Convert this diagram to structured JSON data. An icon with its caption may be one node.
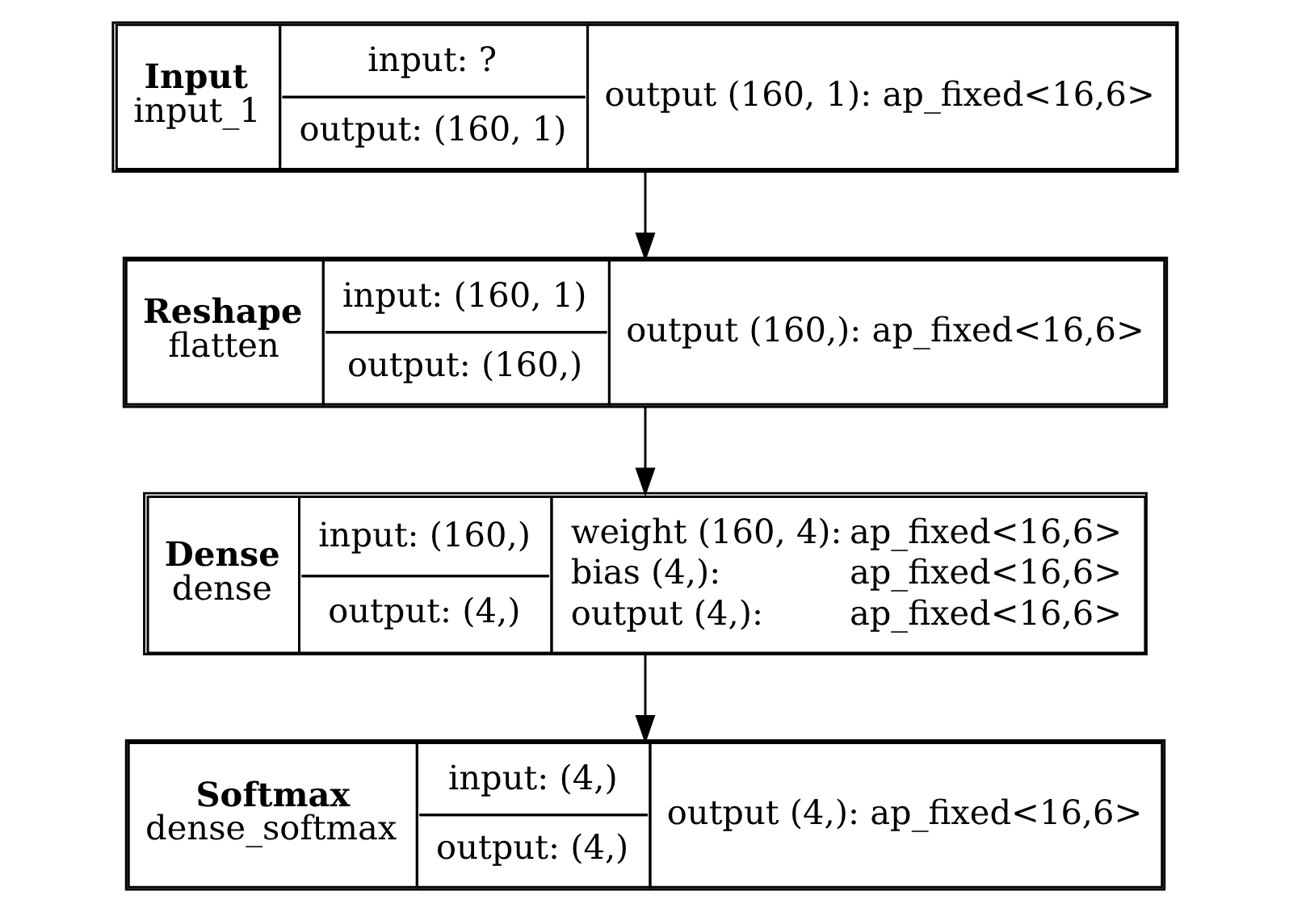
{
  "diagram": {
    "nodes": [
      {
        "text": [
          "Input",
          "input_1",
          "input: ?",
          "output: (160, 1)",
          "output (160, 1): ap_fixed<16,6>"
        ]
      },
      {
        "text": [
          "Reshape",
          "flatten",
          "input: (160, 1)",
          "output: (160,)",
          "output (160,): ap_fixed<16,6>"
        ]
      },
      {
        "text": [
          "Dense",
          "dense",
          "input: (160,)",
          "output: (4,)",
          "weight (160, 4):",
          "ap_fixed<16,6>",
          "bias (4,):",
          "ap_fixed<16,6>",
          "output (4,):",
          "ap_fixed<16,6>"
        ]
      },
      {
        "text": [
          "Softmax",
          "dense_softmax",
          "input: (4,)",
          "output: (4,)",
          "output (4,): ap_fixed<16,6>"
        ]
      }
    ],
    "edges": [
      {
        "from": 0,
        "to": 1,
        "arrow": "to"
      },
      {
        "from": 1,
        "to": 2,
        "arrow": "to"
      },
      {
        "from": 2,
        "to": 3,
        "arrow": "to"
      }
    ]
  }
}
